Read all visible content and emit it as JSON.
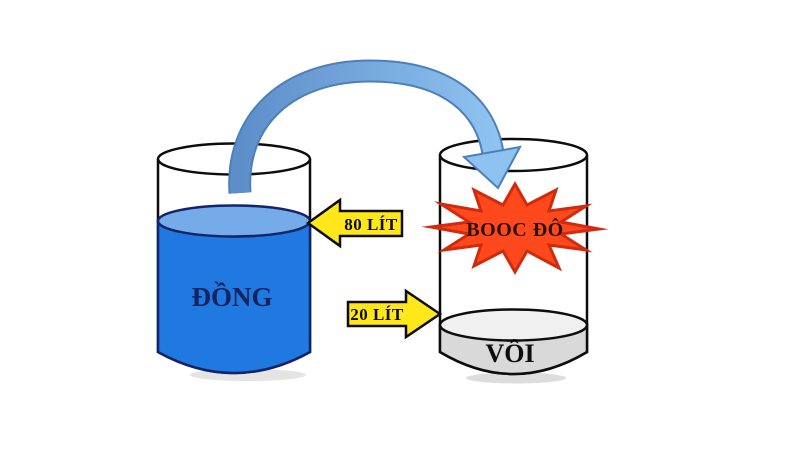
{
  "diagram": {
    "left_container": {
      "label": "ĐỒNG",
      "amount": "80 LÍT"
    },
    "right_container": {
      "label": "VÔI",
      "amount": "20 LÍT",
      "burst_label": "BOOC ĐÔ"
    }
  },
  "colors": {
    "background": "#ffffff",
    "container_outline": "#0d0d0d",
    "copper_liquid": "#1f79e0",
    "copper_surface": "#74abe8",
    "copper_liquid_outline": "#14246b",
    "lime_liquid": "#d9d9d9",
    "lime_surface": "#f0f0f0",
    "amount_arrow_fill": "#ffe719",
    "amount_text": "#0d0d0d",
    "burst_fill": "#ff481c",
    "burst_outline": "#d02b0e",
    "burst_text": "#2b1208",
    "flow_arrow_start": "#5d8ec9",
    "flow_arrow_end": "#8ec2f0",
    "flow_arrow_edge": "#4d7fb8",
    "left_label_color": "#15235f",
    "right_label_color": "#0d0d0d"
  }
}
